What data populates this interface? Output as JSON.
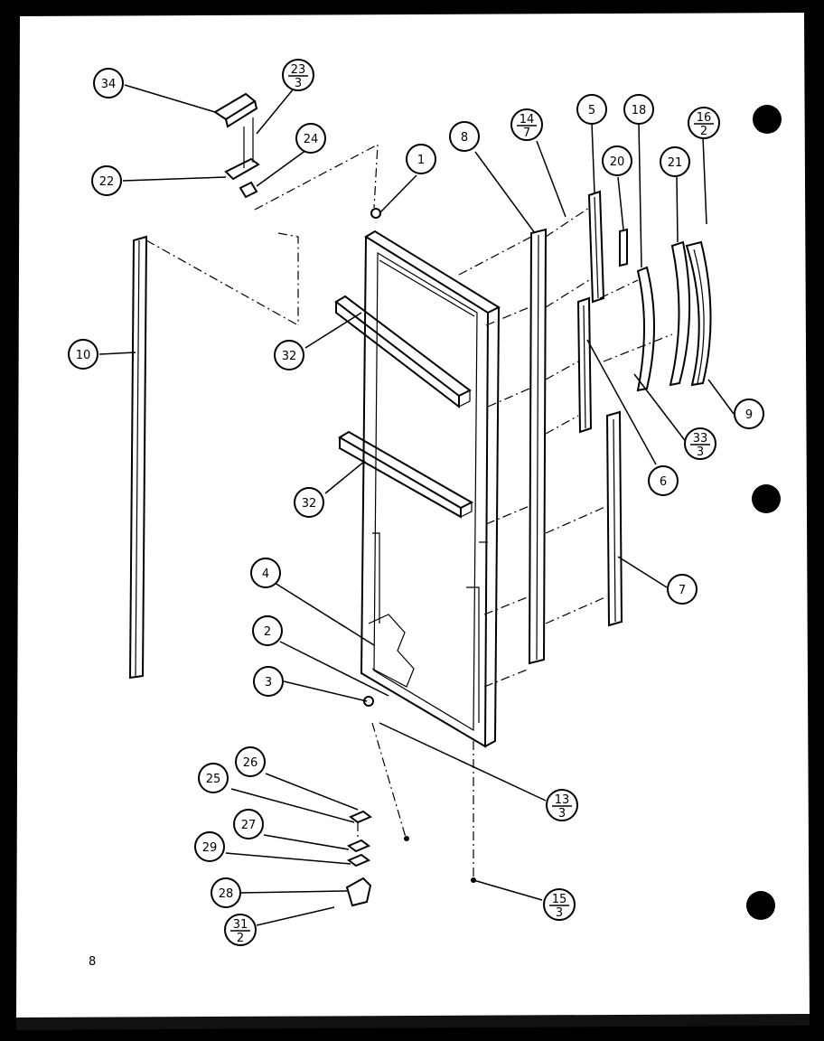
{
  "page_number": "8",
  "callouts": [
    {
      "id": "c34",
      "label": "34"
    },
    {
      "id": "c23_3",
      "label": "23",
      "sub": "3"
    },
    {
      "id": "c24",
      "label": "24"
    },
    {
      "id": "c22",
      "label": "22"
    },
    {
      "id": "c1",
      "label": "1"
    },
    {
      "id": "c8",
      "label": "8"
    },
    {
      "id": "c14_7",
      "label": "14",
      "sub": "7"
    },
    {
      "id": "c5",
      "label": "5"
    },
    {
      "id": "c18",
      "label": "18"
    },
    {
      "id": "c16_2",
      "label": "16",
      "sub": "2"
    },
    {
      "id": "c20",
      "label": "20"
    },
    {
      "id": "c21",
      "label": "21"
    },
    {
      "id": "c10",
      "label": "10"
    },
    {
      "id": "c32a",
      "label": "32"
    },
    {
      "id": "c9",
      "label": "9"
    },
    {
      "id": "c33_3",
      "label": "33",
      "sub": "3"
    },
    {
      "id": "c6",
      "label": "6"
    },
    {
      "id": "c32b",
      "label": "32"
    },
    {
      "id": "c7",
      "label": "7"
    },
    {
      "id": "c4",
      "label": "4"
    },
    {
      "id": "c2",
      "label": "2"
    },
    {
      "id": "c3",
      "label": "3"
    },
    {
      "id": "c13_3",
      "label": "13",
      "sub": "3"
    },
    {
      "id": "c26",
      "label": "26"
    },
    {
      "id": "c25",
      "label": "25"
    },
    {
      "id": "c27",
      "label": "27"
    },
    {
      "id": "c29",
      "label": "29"
    },
    {
      "id": "c28",
      "label": "28"
    },
    {
      "id": "c31_2",
      "label": "31",
      "sub": "2"
    },
    {
      "id": "c15_3",
      "label": "15",
      "sub": "3"
    }
  ]
}
